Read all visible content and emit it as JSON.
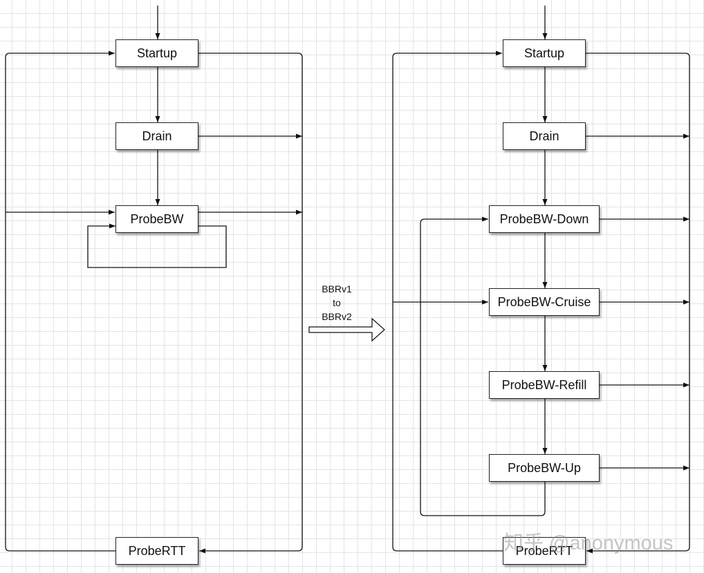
{
  "left_diagram": {
    "startup": "Startup",
    "drain": "Drain",
    "probe_bw": "ProbeBW",
    "probe_rtt": "ProbeRTT"
  },
  "right_diagram": {
    "startup": "Startup",
    "drain": "Drain",
    "probe_bw_down": "ProbeBW-Down",
    "probe_bw_cruise": "ProbeBW-Cruise",
    "probe_bw_refill": "ProbeBW-Refill",
    "probe_bw_up": "ProbeBW-Up",
    "probe_rtt": "ProbeRTT"
  },
  "transition": {
    "line1": "BBRv1",
    "line2": "to",
    "line3": "BBRv2"
  },
  "watermark": "知乎 @anonymous"
}
